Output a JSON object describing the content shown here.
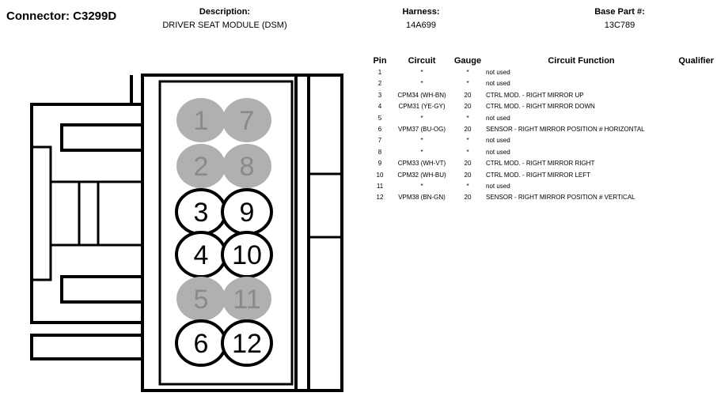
{
  "header": {
    "connector_title": "Connector: C3299D",
    "description_label": "Description:",
    "description_value": "DRIVER SEAT MODULE (DSM)",
    "harness_label": "Harness:",
    "harness_value": "14A699",
    "base_part_label": "Base Part #:",
    "base_part_value": "13C789"
  },
  "table": {
    "headers": {
      "pin": "Pin",
      "circuit": "Circuit",
      "gauge": "Gauge",
      "function": "Circuit Function",
      "qualifier": "Qualifier"
    },
    "rows": [
      {
        "pin": "1",
        "circuit": "*",
        "gauge": "*",
        "function": "not used",
        "qualifier": ""
      },
      {
        "pin": "2",
        "circuit": "*",
        "gauge": "*",
        "function": "not used",
        "qualifier": ""
      },
      {
        "pin": "3",
        "circuit": "CPM34 (WH-BN)",
        "gauge": "20",
        "function": "CTRL MOD. - RIGHT MIRROR UP",
        "qualifier": ""
      },
      {
        "pin": "4",
        "circuit": "CPM31 (YE-GY)",
        "gauge": "20",
        "function": "CTRL MOD. - RIGHT MIRROR DOWN",
        "qualifier": ""
      },
      {
        "pin": "5",
        "circuit": "*",
        "gauge": "*",
        "function": "not used",
        "qualifier": ""
      },
      {
        "pin": "6",
        "circuit": "VPM37 (BU-OG)",
        "gauge": "20",
        "function": "SENSOR - RIGHT MIRROR POSITION # HORIZONTAL",
        "qualifier": ""
      },
      {
        "pin": "7",
        "circuit": "*",
        "gauge": "*",
        "function": "not used",
        "qualifier": ""
      },
      {
        "pin": "8",
        "circuit": "*",
        "gauge": "*",
        "function": "not used",
        "qualifier": ""
      },
      {
        "pin": "9",
        "circuit": "CPM33 (WH-VT)",
        "gauge": "20",
        "function": "CTRL MOD. - RIGHT MIRROR RIGHT",
        "qualifier": ""
      },
      {
        "pin": "10",
        "circuit": "CPM32 (WH-BU)",
        "gauge": "20",
        "function": "CTRL MOD. - RIGHT MIRROR LEFT",
        "qualifier": ""
      },
      {
        "pin": "11",
        "circuit": "*",
        "gauge": "*",
        "function": "not used",
        "qualifier": ""
      },
      {
        "pin": "12",
        "circuit": "VPM38 (BN-GN)",
        "gauge": "20",
        "function": "SENSOR - RIGHT MIRROR POSITION # VERTICAL",
        "qualifier": ""
      }
    ]
  },
  "connector": {
    "unused_fill": "#b0b0b0",
    "used_fill": "#ffffff",
    "pins": [
      {
        "label": "1",
        "used": false
      },
      {
        "label": "7",
        "used": false
      },
      {
        "label": "2",
        "used": false
      },
      {
        "label": "8",
        "used": false
      },
      {
        "label": "3",
        "used": true
      },
      {
        "label": "9",
        "used": true
      },
      {
        "label": "4",
        "used": true
      },
      {
        "label": "10",
        "used": true
      },
      {
        "label": "5",
        "used": false
      },
      {
        "label": "11",
        "used": false
      },
      {
        "label": "6",
        "used": true
      },
      {
        "label": "12",
        "used": true
      }
    ]
  }
}
